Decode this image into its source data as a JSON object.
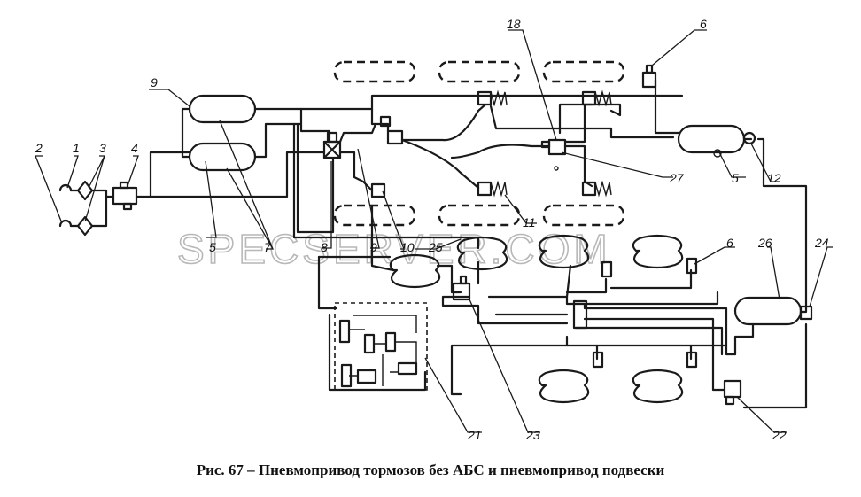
{
  "caption": "Рис. 67 – Пневмопривод тормозов без АБС и пневмопривод подвески",
  "watermark": "SPECSERVER.COM",
  "labels": {
    "l1": "1",
    "l2": "2",
    "l3": "3",
    "l4": "4",
    "l5a": "5",
    "l5b": "5",
    "l6a": "6",
    "l6b": "6",
    "l7": "7",
    "l8": "8",
    "l9a": "9",
    "l9b": "9",
    "l10": "10",
    "l11": "11",
    "l12": "12",
    "l18": "18",
    "l21": "21",
    "l22": "22",
    "l23": "23",
    "l24": "24",
    "l25": "25",
    "l26": "26",
    "l27": "27"
  },
  "colors": {
    "ink": "#1a1a1a",
    "watermark": "#b8b8b8",
    "background": "#ffffff"
  }
}
